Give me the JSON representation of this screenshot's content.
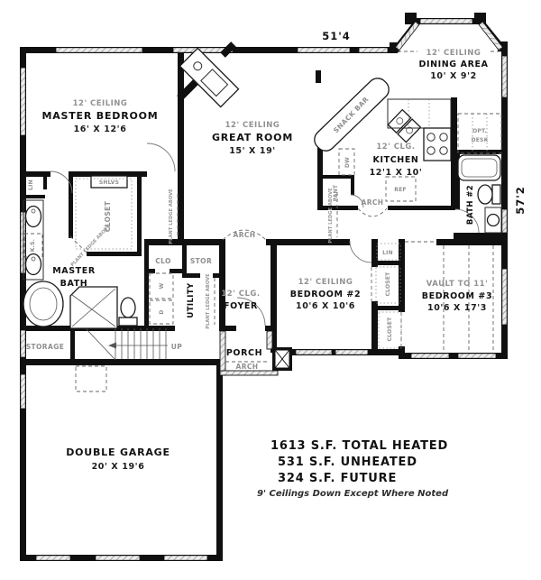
{
  "dimensions": {
    "width": "51'4",
    "depth": "57'2"
  },
  "rooms": {
    "master_bedroom": {
      "ceiling": "12' CEILING",
      "name": "MASTER BEDROOM",
      "size": "16' X 12'6"
    },
    "great_room": {
      "ceiling": "12' CEILING",
      "name": "GREAT ROOM",
      "size": "15' X 19'"
    },
    "dining_area": {
      "ceiling": "12' CEILING",
      "name": "DINING AREA",
      "size": "10' X 9'2"
    },
    "kitchen": {
      "ceiling": "12' CLG.",
      "name": "KITCHEN",
      "size": "12'1 X 10'"
    },
    "bedroom_2": {
      "ceiling": "12' CEILING",
      "name": "BEDROOM #2",
      "size": "10'6 X 10'6"
    },
    "bedroom_3": {
      "ceiling": "VAULT TO 11'",
      "name": "BEDROOM #3",
      "size": "10'6 X 17'3"
    },
    "master_bath": {
      "line1": "MASTER",
      "line2": "BATH"
    },
    "bath_2": {
      "name": "BATH #2"
    },
    "foyer": {
      "ceiling": "12' CLG.",
      "name": "FOYER"
    },
    "porch": {
      "name": "PORCH"
    },
    "utility": {
      "name": "UTILITY"
    },
    "storage": {
      "name": "STORAGE"
    },
    "double_garage": {
      "name": "DOUBLE GARAGE",
      "size": "20' X 19'6"
    }
  },
  "labels": {
    "snack_bar": "SNACK BAR",
    "opt": "OPT.",
    "desk": "DESK",
    "ref": "REF",
    "dw": "DW",
    "pant": "PANT",
    "washer": "W",
    "dryer": "D",
    "clo": "CLO",
    "stor": "STOR",
    "lin": "LIN",
    "closet": "CLOSET",
    "shlvs": "SHLVS",
    "ks": "K.S.",
    "arch": "ARCH",
    "up": "UP",
    "plant_ledge": "PLANT LEDGE ABOVE"
  },
  "summary": {
    "heated": "1613 S.F.  TOTAL HEATED",
    "unheated": "531 S.F.  UNHEATED",
    "future": "324 S.F.  FUTURE",
    "note": "9' Ceilings Down Except Where Noted"
  },
  "colors": {
    "wall": "#101010",
    "gray_label": "#929292",
    "black_label": "#111111"
  }
}
